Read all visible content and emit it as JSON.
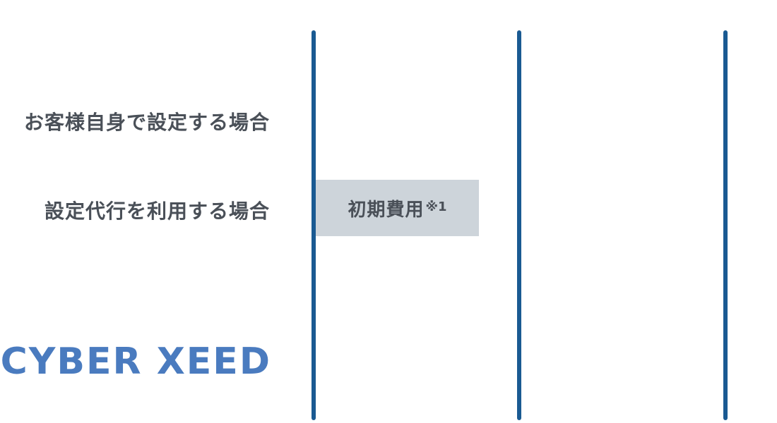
{
  "rows": {
    "self_setup_label": "お客様自身で設定する場合",
    "agency_setup_label": "設定代行を利用する場合"
  },
  "fee_cell": {
    "label": "初期費用",
    "note_marker": "※1"
  },
  "brand": {
    "name": "CYBER XEED"
  },
  "colors": {
    "divider": "#1a5a92",
    "brand": "#4a7bbf",
    "cell_background": "#cdd4da",
    "text": "#4a5058"
  }
}
